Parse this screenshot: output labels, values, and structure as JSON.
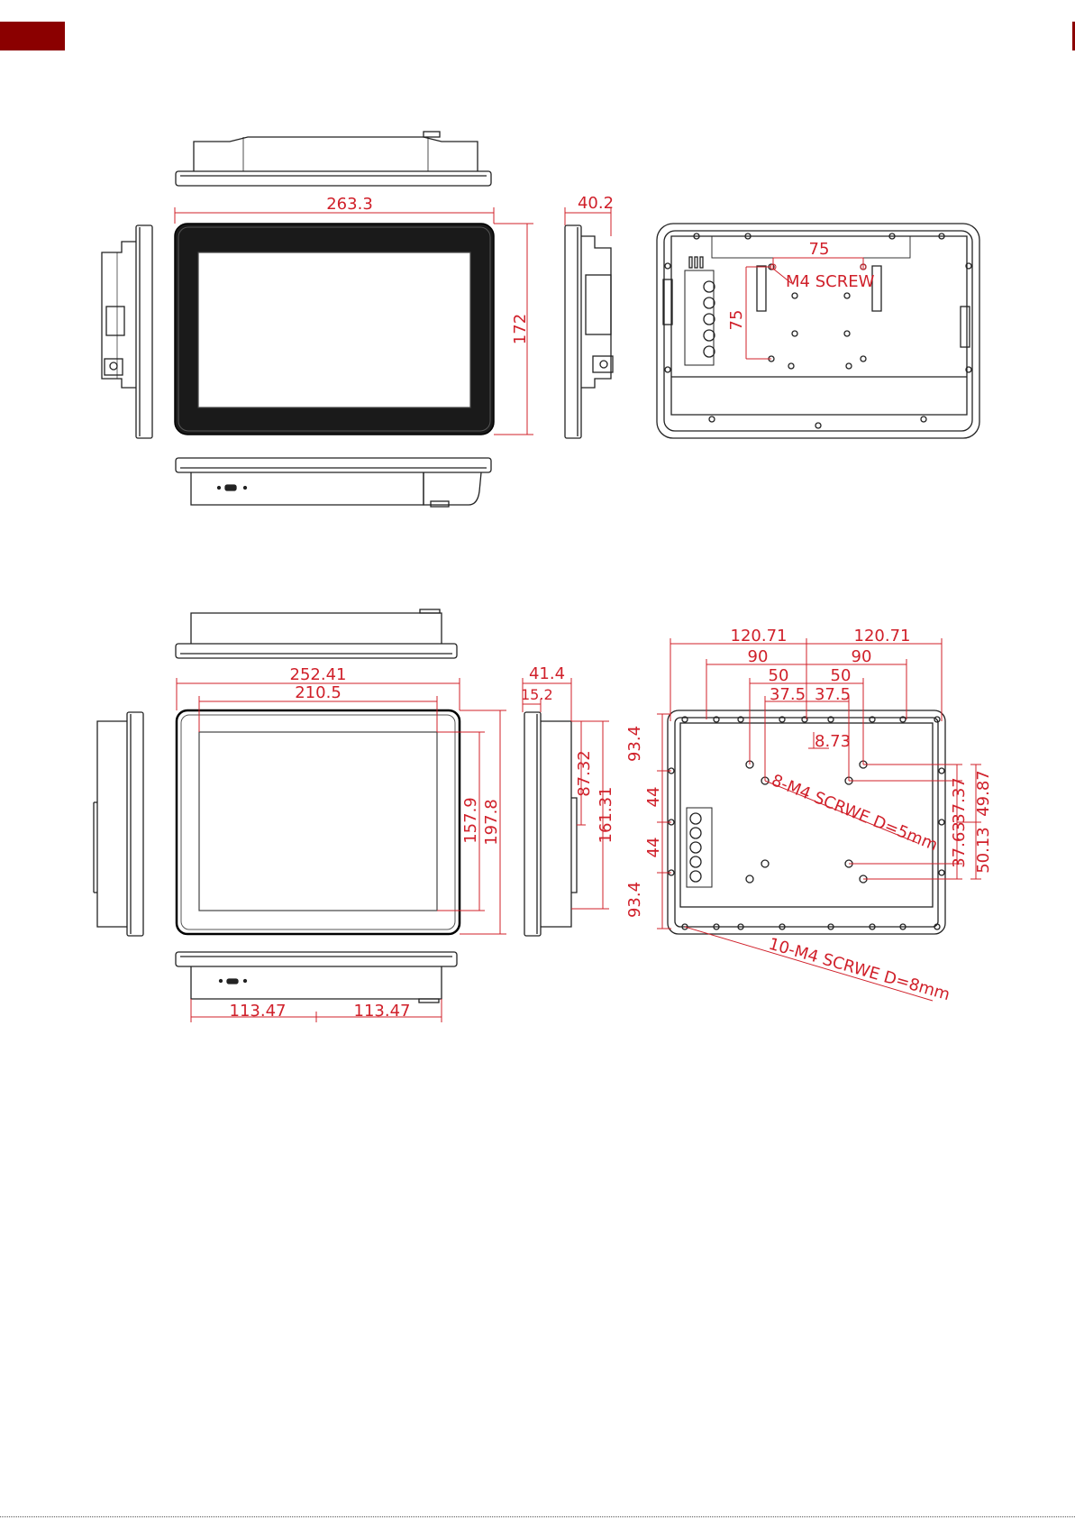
{
  "colors": {
    "accent": "#8b0000",
    "dimension": "#d0202a",
    "line": "#222222"
  },
  "drawing_top": {
    "width": "263.3",
    "height": "172",
    "depth": "40.2",
    "vesa_h": "75",
    "vesa_v": "75",
    "screw_note": "M4 SCREW"
  },
  "drawing_bottom": {
    "outer_width": "252.41",
    "screen_width": "210.5",
    "depth": "41.4",
    "bezel_depth": "15.2",
    "screen_height": "157.9",
    "outer_height": "197.8",
    "side_upper": "87.32",
    "side_total": "161.31",
    "bottom_left": "113.47",
    "bottom_right": "113.47",
    "rear_top_left": "120.71",
    "rear_top_right": "120.71",
    "rear_90_left": "90",
    "rear_90_right": "90",
    "rear_50_left": "50",
    "rear_50_right": "50",
    "rear_375_left": "37.5",
    "rear_375_right": "37.5",
    "rear_offset": "8.73",
    "rear_left_top": "93.4",
    "rear_left_mid1": "44",
    "rear_left_mid2": "44",
    "rear_left_bottom": "93.4",
    "rear_right_a": "37.37",
    "rear_right_b": "37.63",
    "rear_right_c": "49.87",
    "rear_right_d": "50.13",
    "screw_note_inner": "8-M4 SCRWE D=5mm",
    "screw_note_outer": "10-M4 SCRWE D=8mm"
  }
}
